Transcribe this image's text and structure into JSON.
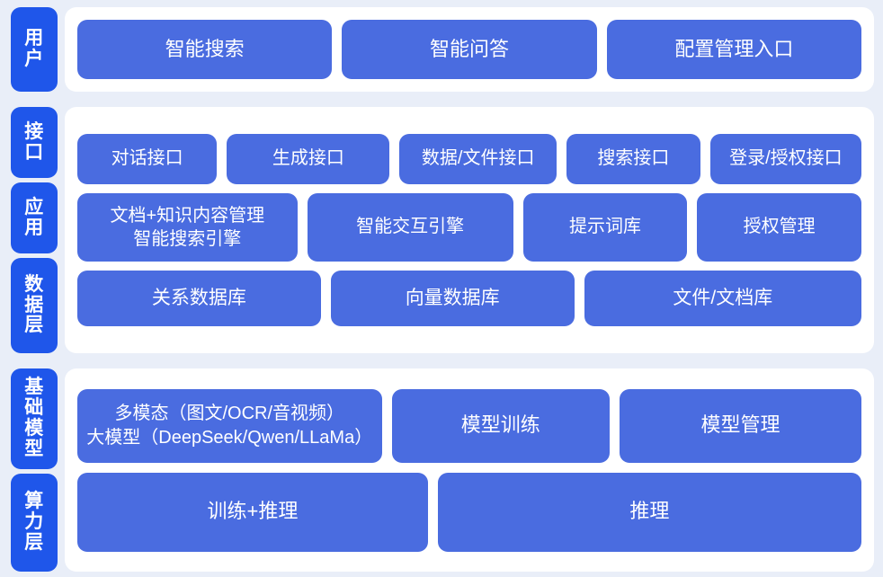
{
  "meta": {
    "title": "AI 平台分层架构图",
    "colors": {
      "page_background": "#e9eef8",
      "panel_background": "#ffffff",
      "badge_blue": "#1f56ea",
      "box_blue": "#4a6ce0",
      "text_white": "#ffffff"
    }
  },
  "sections": [
    {
      "id": "user",
      "badges": [
        {
          "id": "user",
          "label": "用户"
        }
      ],
      "rows": [
        {
          "id": "user-row",
          "boxes": [
            {
              "id": "smart-search",
              "label": "智能搜索"
            },
            {
              "id": "smart-qa",
              "label": "智能问答"
            },
            {
              "id": "config-management-entry",
              "label": "配置管理入口"
            }
          ]
        }
      ]
    },
    {
      "id": "middle",
      "badges": [
        {
          "id": "interface",
          "label": "接口"
        },
        {
          "id": "application",
          "label": "应用"
        },
        {
          "id": "data",
          "label": "数据层"
        }
      ],
      "rows": [
        {
          "id": "interface-row",
          "boxes": [
            {
              "id": "dialog-api",
              "label": "对话接口"
            },
            {
              "id": "generation-api",
              "label": "生成接口"
            },
            {
              "id": "data-file-api",
              "label": "数据/文件接口"
            },
            {
              "id": "search-api",
              "label": "搜索接口"
            },
            {
              "id": "login-auth-api",
              "label": "登录/授权接口"
            }
          ]
        },
        {
          "id": "application-row",
          "boxes": [
            {
              "id": "doc-knowledge-management",
              "label": "文档+知识内容管理\n智能搜索引擎"
            },
            {
              "id": "smart-interaction-engine",
              "label": "智能交互引擎"
            },
            {
              "id": "prompt-library",
              "label": "提示词库"
            },
            {
              "id": "authorization-management",
              "label": "授权管理"
            }
          ]
        },
        {
          "id": "data-row",
          "boxes": [
            {
              "id": "relational-database",
              "label": "关系数据库"
            },
            {
              "id": "vector-database",
              "label": "向量数据库"
            },
            {
              "id": "file-document-store",
              "label": "文件/文档库"
            }
          ]
        }
      ]
    },
    {
      "id": "base",
      "badges": [
        {
          "id": "foundation-model",
          "label": "基础模型"
        },
        {
          "id": "compute",
          "label": "算力层"
        }
      ],
      "rows": [
        {
          "id": "model-row",
          "boxes": [
            {
              "id": "multimodal-large-model",
              "label": "多模态（图文/OCR/音视频）\n大模型（DeepSeek/Qwen/LLaMa）"
            },
            {
              "id": "model-training",
              "label": "模型训练"
            },
            {
              "id": "model-management",
              "label": "模型管理"
            }
          ]
        },
        {
          "id": "compute-row",
          "boxes": [
            {
              "id": "training-inference",
              "label": "训练+推理"
            },
            {
              "id": "inference",
              "label": "推理"
            }
          ]
        }
      ]
    }
  ]
}
